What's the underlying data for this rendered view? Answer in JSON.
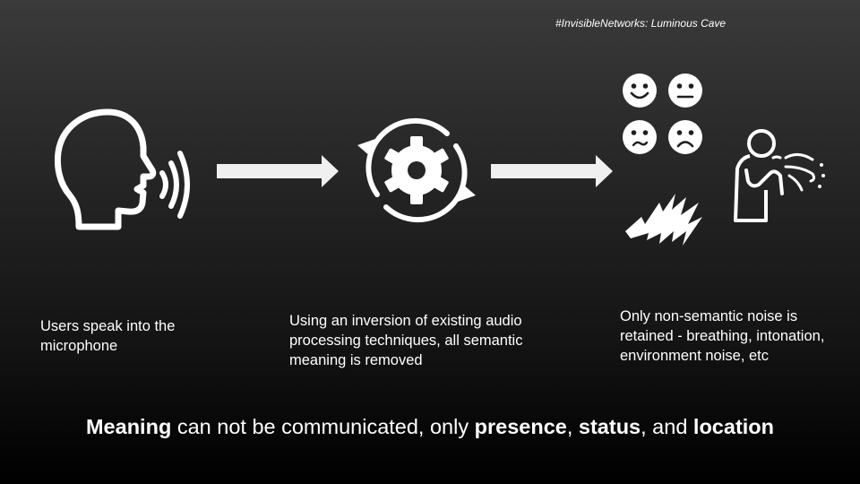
{
  "tag": "#InvisibleNetworks: Luminous Cave",
  "steps": [
    {
      "caption": "Users speak into the microphone",
      "icon": "speaking-head-icon"
    },
    {
      "caption": "Using an inversion of existing audio processing techniques, all semantic meaning is removed",
      "icon": "gear-cycle-icon"
    },
    {
      "caption": "Only non-semantic noise is retained - breathing, intonation, environment noise, etc",
      "icon": "emotions-noise-breath-icon"
    }
  ],
  "footer": {
    "meaning": "Meaning",
    "t1": " can not be communicated, only ",
    "presence": "presence",
    "sep1": ", ",
    "status": "status",
    "t2": ", and ",
    "location": "location"
  },
  "colors": {
    "text": "#ffffff",
    "icon": "#ffffff",
    "arrow": "#f0f0f0",
    "background_top": "#3a3a3a",
    "background_bottom": "#000000"
  }
}
